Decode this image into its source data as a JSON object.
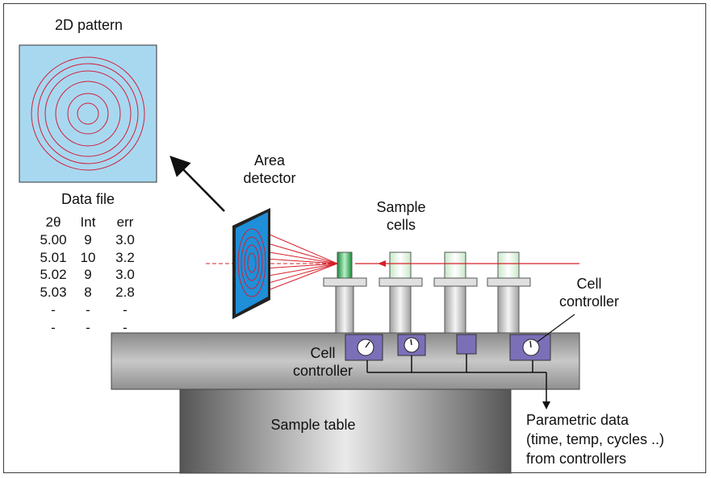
{
  "title_pattern": "2D pattern",
  "area_detector": {
    "line1": "Area",
    "line2": "detector"
  },
  "sample_cells": {
    "line1": "Sample",
    "line2": "cells"
  },
  "cell_controller_right": {
    "line1": "Cell",
    "line2": "controller"
  },
  "cell_controller_left": {
    "line1": "Cell",
    "line2": "controller"
  },
  "sample_table": "Sample table",
  "parametric": {
    "line1": "Parametric data",
    "line2": "(time, temp, cycles ..)",
    "line3": "from controllers"
  },
  "data_file": {
    "title": "Data file",
    "columns": [
      "2θ",
      "Int",
      "err"
    ],
    "rows": [
      [
        "5.00",
        "9",
        "3.0"
      ],
      [
        "5.01",
        "10",
        "3.2"
      ],
      [
        "5.02",
        "9",
        "3.0"
      ],
      [
        "5.03",
        "8",
        "2.8"
      ],
      [
        "-",
        "-",
        "-"
      ],
      [
        "-",
        "-",
        "-"
      ]
    ]
  },
  "colors": {
    "pattern_bg": "#a8d8f0",
    "rings": "#d0203a",
    "detector": "#1e8fd8",
    "beam": "#d8202a",
    "controller": "#7b6fb8",
    "cell_active": "#2aa84a",
    "cell_inactive": "#e4f4e4"
  }
}
